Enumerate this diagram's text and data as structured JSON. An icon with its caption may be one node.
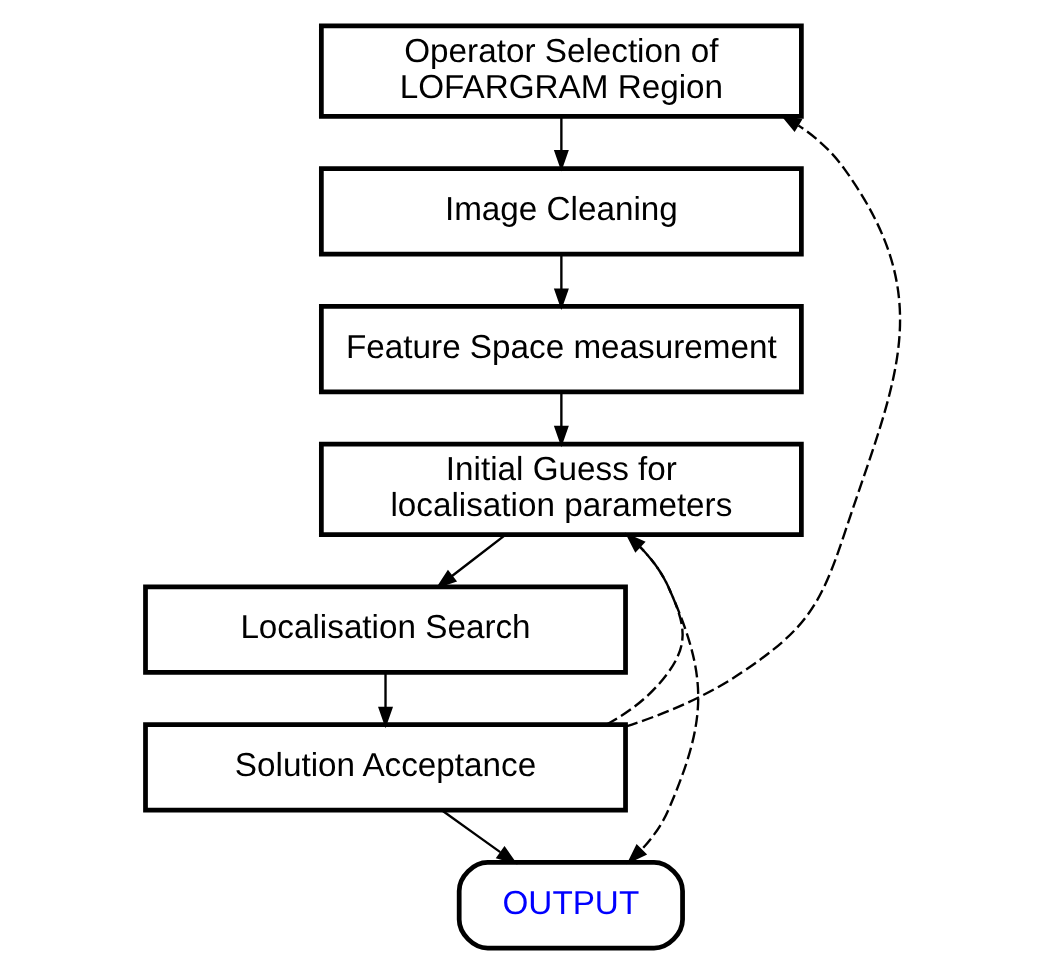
{
  "diagram": {
    "nodes": [
      {
        "text": [
          "Operator Selection of LOFARGRAM Region"
        ]
      },
      {
        "text": [
          "Image Cleaning"
        ]
      },
      {
        "text": [
          "Feature Space measurement"
        ]
      },
      {
        "text": [
          "Initial Guess for localisation parameters"
        ]
      },
      {
        "text": [
          "Localisation Search"
        ]
      },
      {
        "text": [
          "Solution Acceptance"
        ]
      },
      {
        "text": [
          "OUTPUT"
        ]
      }
    ],
    "edges": [
      {
        "from": 0,
        "to": 1,
        "arrow": "to"
      },
      {
        "from": 1,
        "to": 2,
        "arrow": "to"
      },
      {
        "from": 2,
        "to": 3,
        "arrow": "to"
      },
      {
        "from": 3,
        "to": 4,
        "arrow": "to"
      },
      {
        "from": 4,
        "to": 5,
        "arrow": "to"
      },
      {
        "from": 5,
        "to": 0,
        "arrow": "to",
        "style": "dashed"
      },
      {
        "from": 5,
        "to": 3,
        "arrow": "to",
        "style": "dashed"
      },
      {
        "from": 3,
        "to": 6,
        "arrow": "to",
        "style": "dashed"
      },
      {
        "from": 5,
        "to": 6,
        "arrow": "to"
      }
    ]
  }
}
